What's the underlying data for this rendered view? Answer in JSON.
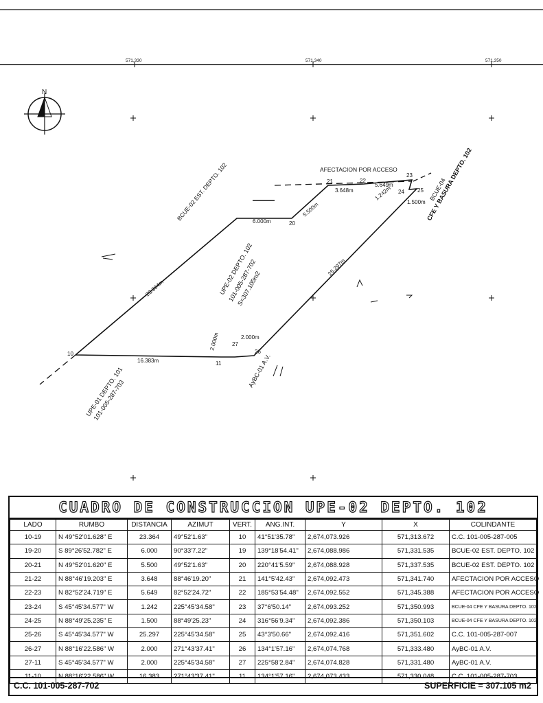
{
  "grid": {
    "x_labels": [
      "571,330",
      "571,340",
      "571,350"
    ]
  },
  "north_label": "N",
  "vertex_labels": [
    "10",
    "11",
    "20",
    "21",
    "22",
    "23",
    "24",
    "25",
    "26",
    "27"
  ],
  "distance_labels": {
    "d10_19": "23.364m",
    "d19_20": "6.000m",
    "d20_21": "5.500m",
    "d21_22": "3.648m",
    "d22_23": "5.649m",
    "d23_24": "1.242m",
    "d24_25": "1.500m",
    "d25_26": "25.297m",
    "d26_27": "2.000m",
    "d27_11": "2.000m",
    "d11_10": "16.383m"
  },
  "area_labels": {
    "afectacion": "AFECTACION POR ACCESO",
    "bcue02": "BCUE-02 EST. DEPTO. 102",
    "bcue04_line1": "BCUE-04",
    "bcue04_line2": "CFE Y BASURA DEPTO. 102",
    "upe02_line1": "UPE-02 DEPTO. 102",
    "upe02_line2": "101-005-287-702",
    "upe02_line3": "S=307.105m2",
    "upe01_line1": "UPE-01 DEPTO. 101",
    "upe01_line2": "101-005-287-703",
    "aybc": "AyBC-01 A.V."
  },
  "table": {
    "title": "CUADRO DE CONSTRUCCION UPE-02 DEPTO. 102",
    "headers": [
      "LADO",
      "RUMBO",
      "DISTANCIA",
      "AZIMUT",
      "VERT.",
      "ANG.INT.",
      "Y",
      "X",
      "COLINDANTE"
    ],
    "rows": [
      [
        "10-19",
        "N 49°52'01.628\" E",
        "23.364",
        "49°52'1.63\"",
        "10",
        "41°51'35.78\"",
        "2,674,073.926",
        "571,313.672",
        "C.C. 101-005-287-005"
      ],
      [
        "19-20",
        "S 89°26'52.782\" E",
        "6.000",
        "90°33'7.22\"",
        "19",
        "139°18'54.41\"",
        "2,674,088.986",
        "571,331.535",
        "BCUE-02 EST. DEPTO. 102"
      ],
      [
        "20-21",
        "N 49°52'01.620\" E",
        "5.500",
        "49°52'1.63\"",
        "20",
        "220°41'5.59\"",
        "2,674,088.928",
        "571,337.535",
        "BCUE-02 EST. DEPTO. 102"
      ],
      [
        "21-22",
        "N 88°46'19.203\" E",
        "3.648",
        "88°46'19.20\"",
        "21",
        "141°5'42.43\"",
        "2,674,092.473",
        "571,341.740",
        "AFECTACION POR ACCESO"
      ],
      [
        "22-23",
        "N 82°52'24.719\" E",
        "5.649",
        "82°52'24.72\"",
        "22",
        "185°53'54.48\"",
        "2,674,092.552",
        "571,345.388",
        "AFECTACION POR ACCESO"
      ],
      [
        "23-24",
        "S 45°45'34.577\" W",
        "1.242",
        "225°45'34.58\"",
        "23",
        "37°6'50.14\"",
        "2,674,093.252",
        "571,350.993",
        "BCUE-04 CFE Y BASURA DEPTO. 102"
      ],
      [
        "24-25",
        "N 88°49'25.235\" E",
        "1.500",
        "88°49'25.23\"",
        "24",
        "316°56'9.34\"",
        "2,674,092.386",
        "571,350.103",
        "BCUE-04 CFE Y BASURA DEPTO. 102"
      ],
      [
        "25-26",
        "S 45°45'34.577\" W",
        "25.297",
        "225°45'34.58\"",
        "25",
        "43°3'50.66\"",
        "2,674,092.416",
        "571,351.602",
        "C.C. 101-005-287-007"
      ],
      [
        "26-27",
        "N 88°16'22.586\" W",
        "2.000",
        "271°43'37.41\"",
        "26",
        "134°1'57.16\"",
        "2,674,074.768",
        "571,333.480",
        "AyBC-01 A.V."
      ],
      [
        "27-11",
        "S 45°45'34.577\" W",
        "2.000",
        "225°45'34.58\"",
        "27",
        "225°58'2.84\"",
        "2,674,074.828",
        "571,331.480",
        "AyBC-01 A.V."
      ],
      [
        "11-10",
        "N 88°16'22.586\" W",
        "16.383",
        "271°43'37.41\"",
        "11",
        "134°1'57.16\"",
        "2,674,073.433",
        "571,330.048",
        "C.C. 101-005-287-703"
      ]
    ],
    "footer_left": "C.C. 101-005-287-702",
    "footer_right": "SUPERFICIE = 307.105 m2"
  }
}
